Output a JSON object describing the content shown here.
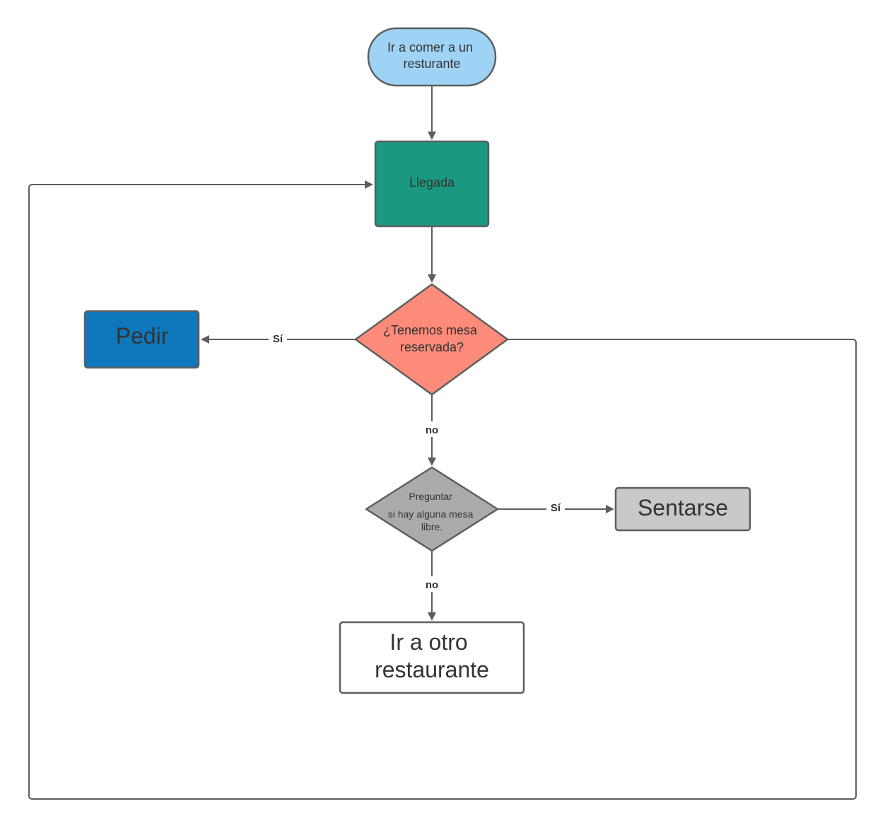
{
  "nodes": {
    "start": {
      "lines": [
        "Ir a comer a un",
        "resturante"
      ],
      "fill": "#9fd3f5"
    },
    "arrival": {
      "lines": [
        "Llegada"
      ],
      "fill": "#1a9980"
    },
    "decision_reserved": {
      "lines": [
        "¿Tenemos mesa",
        "reservada?"
      ],
      "fill": "#fd8b7a"
    },
    "order": {
      "lines": [
        "Pedir"
      ],
      "fill": "#0f77bb"
    },
    "decision_ask": {
      "lines": [
        "Preguntar",
        "si hay alguna mesa",
        "libre."
      ],
      "fill": "#ababab"
    },
    "sit": {
      "lines": [
        "Sentarse"
      ],
      "fill": "#c9c9c9"
    },
    "other_restaurant": {
      "lines": [
        "Ir a otro",
        "restaurante"
      ],
      "fill": "#ffffff"
    }
  },
  "edges": {
    "reserved_yes": "Sí",
    "reserved_no": "no",
    "ask_yes": "Sí",
    "ask_no": "no"
  },
  "colors": {
    "stroke": "#5e5e5e",
    "text": "#333333"
  }
}
